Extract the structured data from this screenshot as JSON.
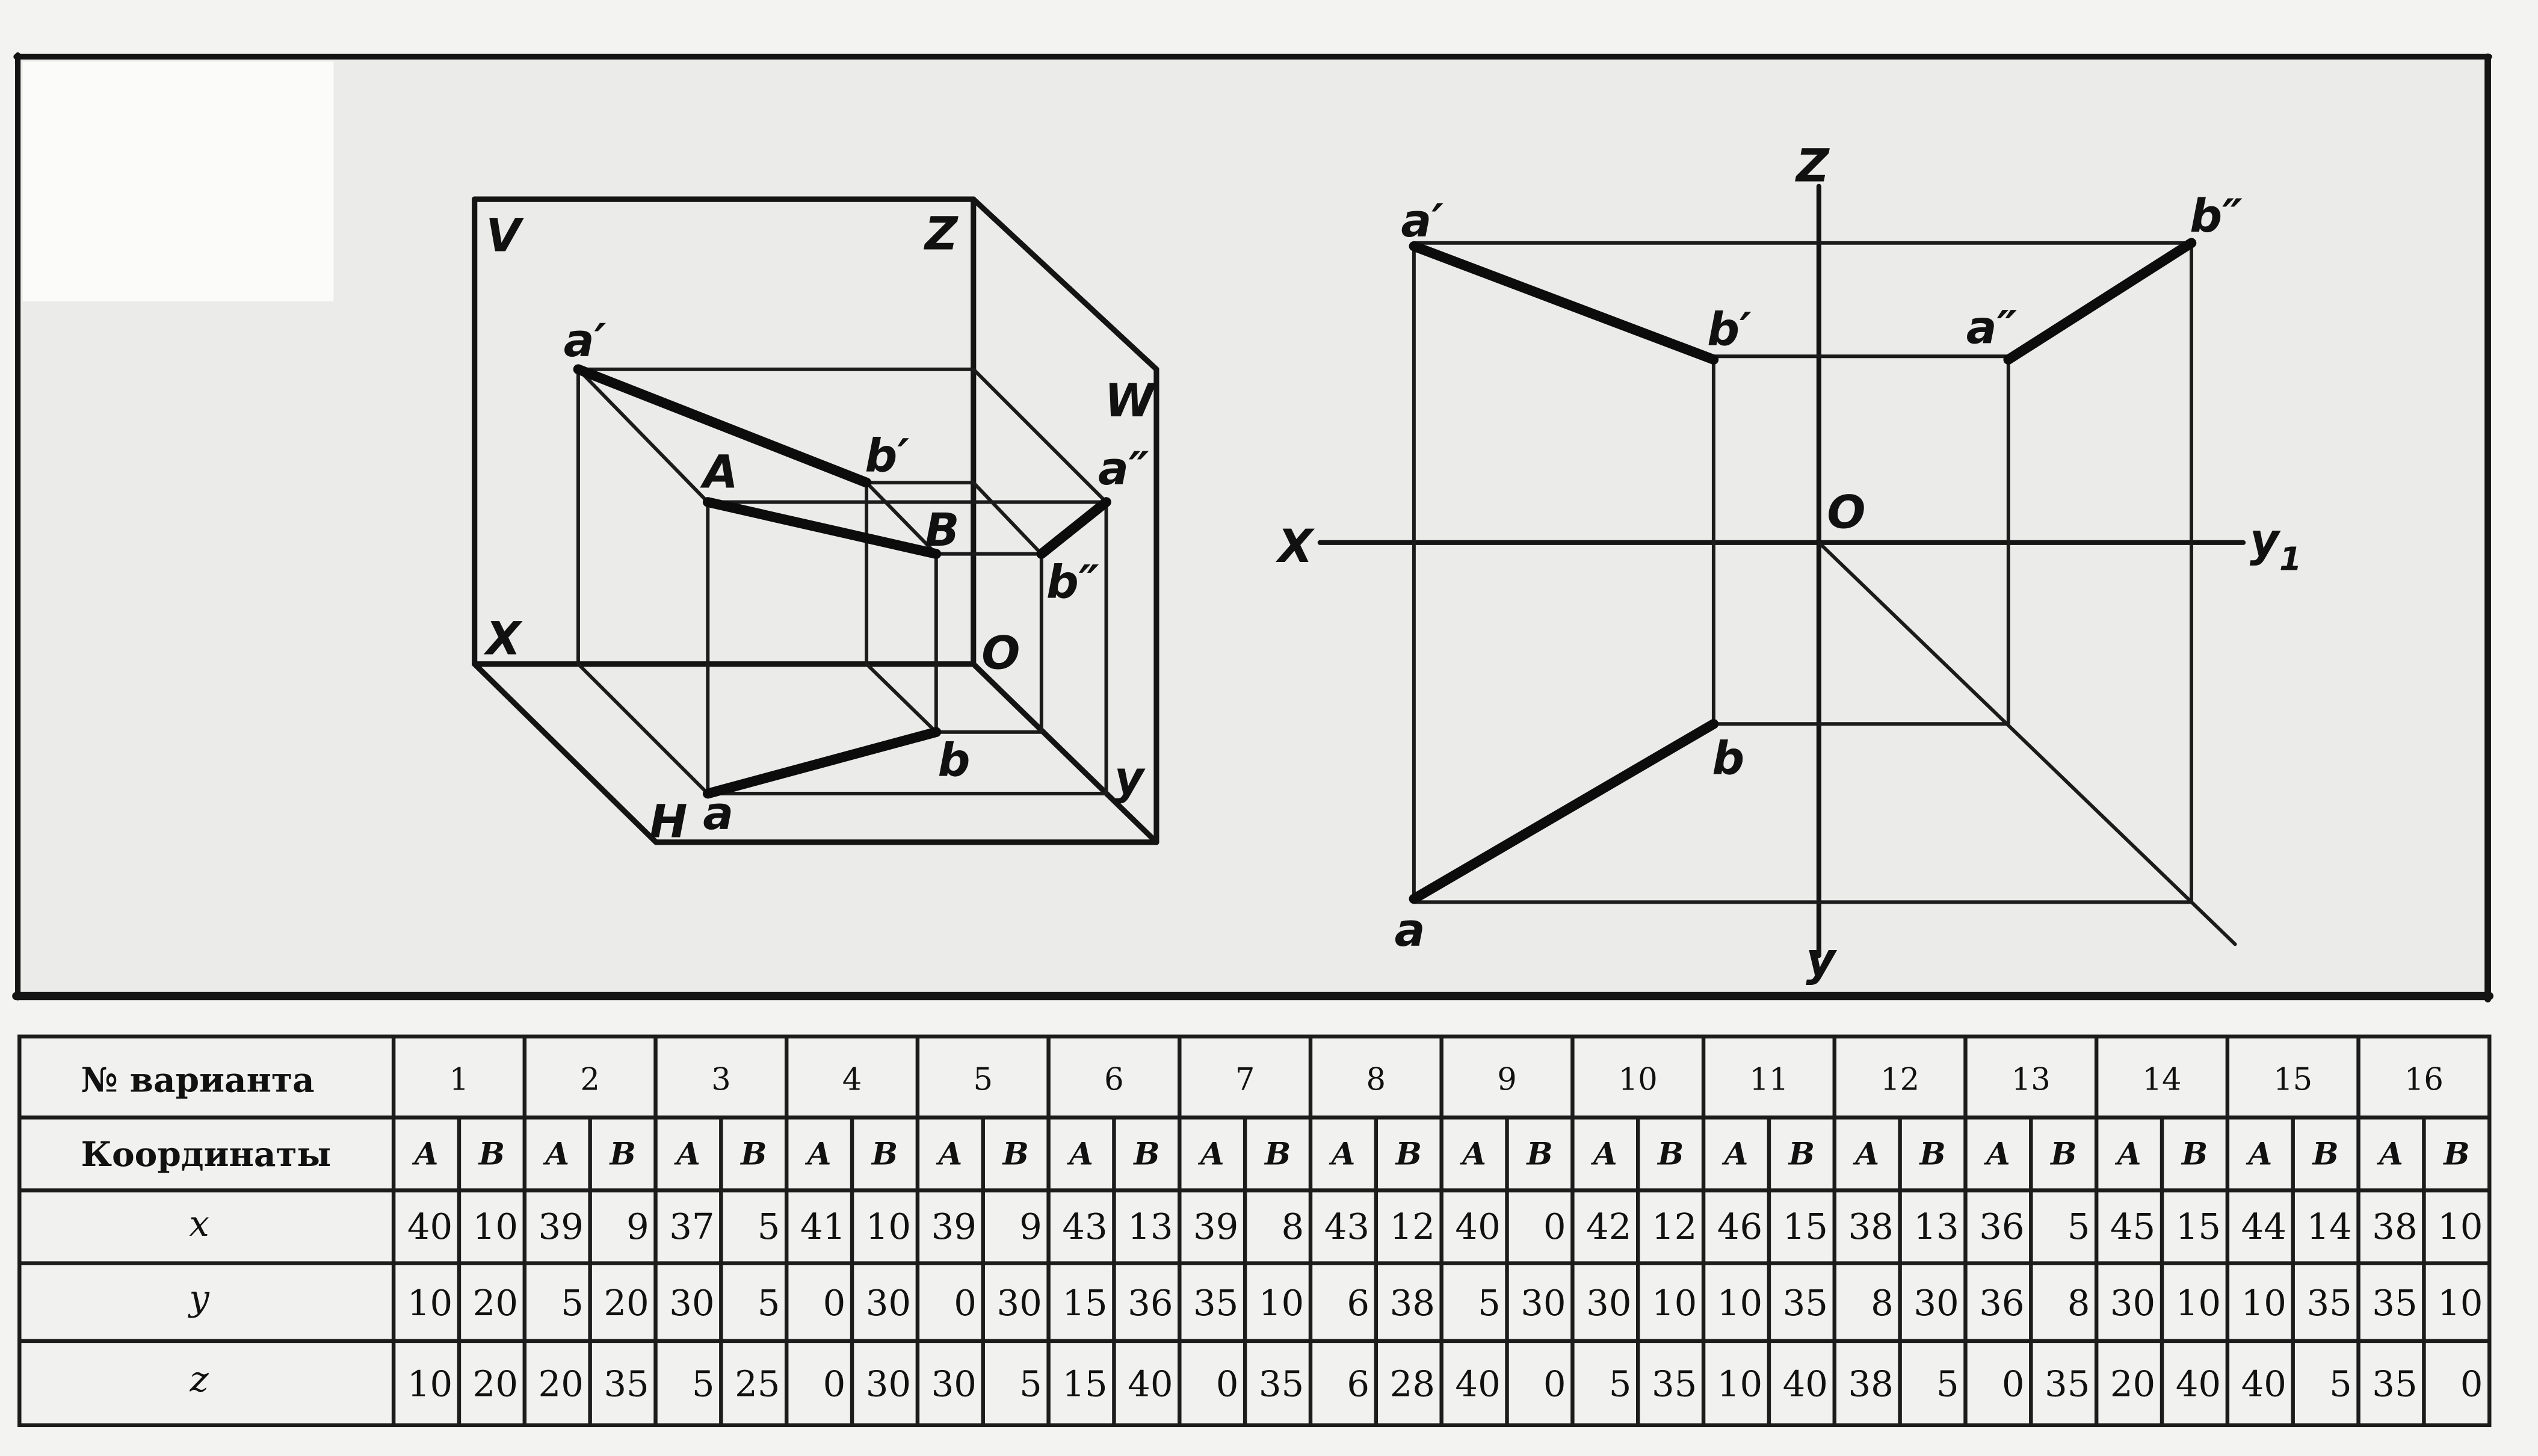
{
  "axonometric_view": {
    "plane_v": "V",
    "axis_z": "Z",
    "plane_w": "W",
    "axis_x": "X",
    "origin": "O",
    "plane_h": "H",
    "axis_y": "y",
    "point_a_front": "a′",
    "point_b_front": "b′",
    "point_a_profile": "a″",
    "point_b_profile": "b″",
    "point_a_space": "A",
    "point_b_space": "B",
    "point_a_top": "a",
    "point_b_top": "b"
  },
  "orthographic_view": {
    "axis_z": "Z",
    "axis_x": "X",
    "origin": "O",
    "axis_y1": "y",
    "axis_y1_subscript": "1",
    "axis_y": "y",
    "point_a_front": "a′",
    "point_b_front": "b′",
    "point_a_profile": "a″",
    "point_b_profile": "b″",
    "point_a_top": "a",
    "point_b_top": "b"
  },
  "table": {
    "variant_header": "№ варианта",
    "coordinates_header": "Координаты",
    "row_labels": [
      "x",
      "y",
      "z"
    ],
    "variants": [
      {
        "number": "1",
        "points": [
          {
            "label": "A",
            "coords": [
              40,
              10,
              10
            ]
          },
          {
            "label": "B",
            "coords": [
              10,
              20,
              20
            ]
          }
        ]
      },
      {
        "number": "2",
        "points": [
          {
            "label": "A",
            "coords": [
              39,
              5,
              20
            ]
          },
          {
            "label": "B",
            "coords": [
              9,
              20,
              35
            ]
          }
        ]
      },
      {
        "number": "3",
        "points": [
          {
            "label": "A",
            "coords": [
              37,
              30,
              5
            ]
          },
          {
            "label": "B",
            "coords": [
              5,
              5,
              25
            ]
          }
        ]
      },
      {
        "number": "4",
        "points": [
          {
            "label": "A",
            "coords": [
              41,
              0,
              0
            ]
          },
          {
            "label": "B",
            "coords": [
              10,
              30,
              30
            ]
          }
        ]
      },
      {
        "number": "5",
        "points": [
          {
            "label": "A",
            "coords": [
              39,
              0,
              30
            ]
          },
          {
            "label": "B",
            "coords": [
              9,
              30,
              5
            ]
          }
        ]
      },
      {
        "number": "6",
        "points": [
          {
            "label": "A",
            "coords": [
              43,
              15,
              15
            ]
          },
          {
            "label": "B",
            "coords": [
              13,
              36,
              40
            ]
          }
        ]
      },
      {
        "number": "7",
        "points": [
          {
            "label": "A",
            "coords": [
              39,
              35,
              0
            ]
          },
          {
            "label": "B",
            "coords": [
              8,
              10,
              35
            ]
          }
        ]
      },
      {
        "number": "8",
        "points": [
          {
            "label": "A",
            "coords": [
              43,
              6,
              6
            ]
          },
          {
            "label": "B",
            "coords": [
              12,
              38,
              28
            ]
          }
        ]
      },
      {
        "number": "9",
        "points": [
          {
            "label": "A",
            "coords": [
              40,
              5,
              40
            ]
          },
          {
            "label": "B",
            "coords": [
              0,
              30,
              0
            ]
          }
        ]
      },
      {
        "number": "10",
        "points": [
          {
            "label": "A",
            "coords": [
              42,
              30,
              5
            ]
          },
          {
            "label": "B",
            "coords": [
              12,
              10,
              35
            ]
          }
        ]
      },
      {
        "number": "11",
        "points": [
          {
            "label": "A",
            "coords": [
              46,
              10,
              10
            ]
          },
          {
            "label": "B",
            "coords": [
              15,
              35,
              40
            ]
          }
        ]
      },
      {
        "number": "12",
        "points": [
          {
            "label": "A",
            "coords": [
              38,
              8,
              38
            ]
          },
          {
            "label": "B",
            "coords": [
              13,
              30,
              5
            ]
          }
        ]
      },
      {
        "number": "13",
        "points": [
          {
            "label": "A",
            "coords": [
              36,
              36,
              0
            ]
          },
          {
            "label": "B",
            "coords": [
              5,
              8,
              35
            ]
          }
        ]
      },
      {
        "number": "14",
        "points": [
          {
            "label": "A",
            "coords": [
              45,
              30,
              20
            ]
          },
          {
            "label": "B",
            "coords": [
              15,
              10,
              40
            ]
          }
        ]
      },
      {
        "number": "15",
        "points": [
          {
            "label": "A",
            "coords": [
              44,
              10,
              40
            ]
          },
          {
            "label": "B",
            "coords": [
              14,
              35,
              5
            ]
          }
        ]
      },
      {
        "number": "16",
        "points": [
          {
            "label": "A",
            "coords": [
              38,
              35,
              35
            ]
          },
          {
            "label": "B",
            "coords": [
              10,
              10,
              0
            ]
          }
        ]
      }
    ]
  }
}
